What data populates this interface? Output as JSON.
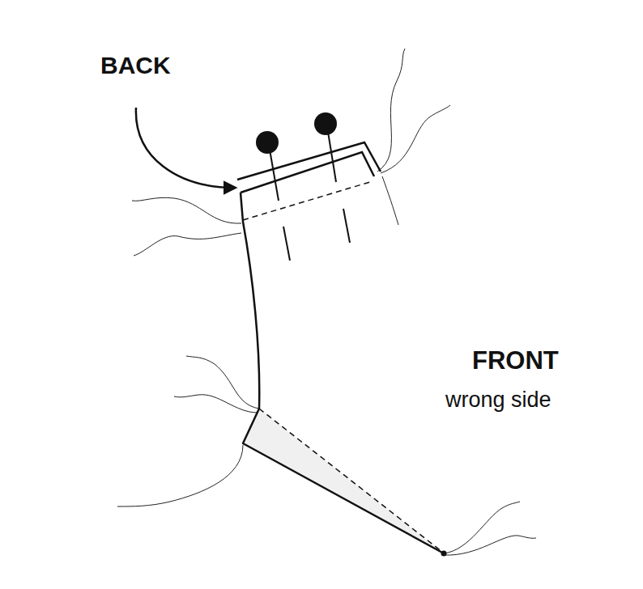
{
  "diagram": {
    "labels": [
      "BACK",
      "FRONT",
      "wrong side"
    ]
  }
}
